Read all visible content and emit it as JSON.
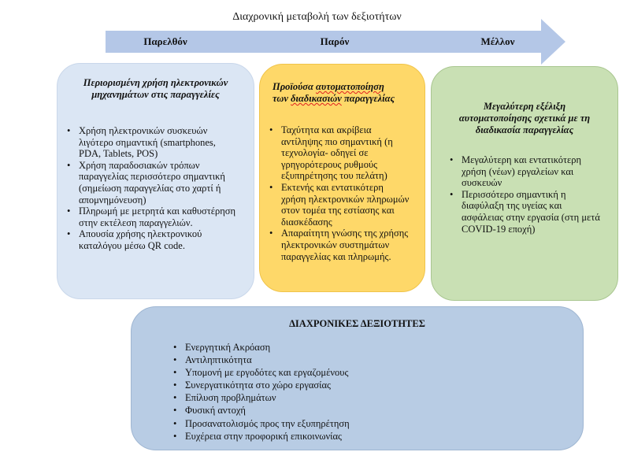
{
  "header": {
    "title": "Διαχρονική μεταβολή των δεξιοτήτων",
    "timeline": [
      "Παρελθόν",
      "Παρόν",
      "Μέλλον"
    ]
  },
  "colors": {
    "arrow": "#b4c7e7",
    "past": "#dbe6f4",
    "present": "#fed869",
    "future": "#c9e0b4",
    "skills": "#b8cce4"
  },
  "past": {
    "heading_line1": "Περιορισμένη χρήση ηλεκτρονικών",
    "heading_line2": "μηχανημάτων στις παραγγελίες",
    "items": [
      "Χρήση ηλεκτρονικών συσκευών λιγότερο σημαντική (smartphones, PDA, Tablets, POS)",
      "Χρήση παραδοσιακών τρόπων παραγγελίας περισσότερο σημαντική (σημείωση παραγγελίας στο χαρτί ή απομνημόνευση)",
      "Πληρωμή με μετρητά και καθυστέρηση στην εκτέλεση παραγγελιών.",
      "Απουσία χρήσης ηλεκτρονικού καταλόγου μέσω QR code."
    ]
  },
  "present": {
    "heading_a": "Προϊούσα ",
    "heading_b": "αυτοματοποίηση",
    "heading_c": "των ",
    "heading_d": "διαδικασιών",
    "heading_e": " παραγγελίας",
    "items": [
      "Ταχύτητα και ακρίβεια αντίληψης πιο σημαντική (η τεχνολογία- οδηγεί σε γρηγορότερους ρυθμούς εξυπηρέτησης του πελάτη)",
      "Εκτενής και εντατικότερη χρήση ηλεκτρονικών πληρωμών στον τομέα της εστίασης και διασκέδασης",
      "Απαραίτητη γνώσης της χρήσης ηλεκτρονικών συστημάτων παραγγελίας και πληρωμής."
    ]
  },
  "future": {
    "heading_line1": "Μεγαλύτερη εξέλιξη",
    "heading_line2": "αυτοματοποίησης σχετικά με τη",
    "heading_line3": "διαδικασία παραγγελίας",
    "items": [
      "Μεγαλύτερη και εντατικότερη χρήση (νέων) εργαλείων και συσκευών",
      "Περισσότερο σημαντική η διαφύλαξη της υγείας και ασφάλειας στην εργασία (στη μετά COVID-19 εποχή)"
    ]
  },
  "skills": {
    "heading": "ΔΙΑΧΡΟΝΙΚΕΣ ΔΕΞΙΟΤΗΤΕΣ",
    "items": [
      "Ενεργητική Ακρόαση",
      "Αντιληπτικότητα",
      "Υπομονή με εργοδότες και εργαζομένους",
      "Συνεργατικότητα στο χώρο εργασίας",
      "Επίλυση προβλημάτων",
      "Φυσική αντοχή",
      "Προσανατολισμός προς την εξυπηρέτηση",
      "Ευχέρεια στην προφορική επικοινωνίας"
    ]
  }
}
